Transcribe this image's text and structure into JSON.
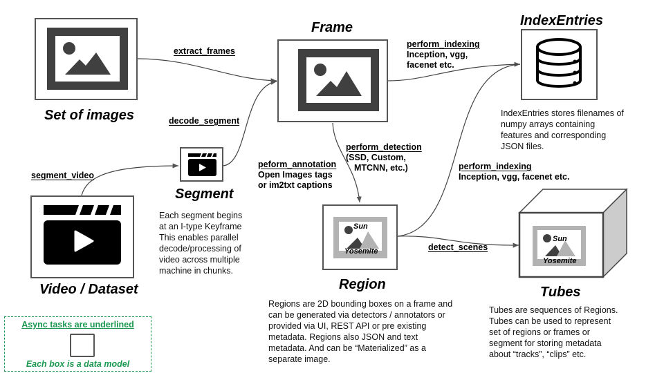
{
  "nodes": {
    "set_of_images": {
      "title": "Set of images"
    },
    "frame": {
      "title": "Frame"
    },
    "index_entries": {
      "title": "IndexEntries",
      "description": [
        "IndexEntries stores filenames of",
        "numpy arrays containing",
        "features and corresponding",
        "JSON files."
      ]
    },
    "segment": {
      "title": "Segment",
      "description": [
        "Each segment begins",
        "at an I-type Keyframe",
        "This enables parallel",
        "decode/processing of",
        "video across multiple",
        "machine in chunks."
      ]
    },
    "video_dataset": {
      "title": "Video / Dataset"
    },
    "region": {
      "title": "Region",
      "thumb_label_top": "Sun",
      "thumb_label_bottom": "Yosemite",
      "description": [
        "Regions are 2D bounding boxes on a frame and",
        "can be generated via detectors / annotators or",
        "provided via UI, REST API or pre existing",
        "metadata. Regions also JSON and text",
        "metadata. And can be “Materialized” as a",
        "separate image."
      ]
    },
    "tubes": {
      "title": "Tubes",
      "thumb_label_top": "Sun",
      "thumb_label_bottom": "Yosemite",
      "description": [
        "Tubes are sequences of Regions.",
        "Tubes can be used to represent",
        "set of regions or frames or",
        "segment for storing metadata",
        "about  “tracks”, “clips” etc."
      ]
    }
  },
  "edges": {
    "extract_frames": {
      "task": "extract_frames"
    },
    "decode_segment": {
      "task": "decode_segment"
    },
    "segment_video": {
      "task": "segment_video"
    },
    "perform_indexing_frame": {
      "task": "perform_indexing",
      "lines": [
        "Inception, vgg,",
        "facenet etc."
      ]
    },
    "perform_detection": {
      "task": "perform_detection",
      "lines": [
        "(SSD, Custom,",
        "MTCNN, etc.)"
      ]
    },
    "peform_annotation": {
      "task": "peform_annotation",
      "lines": [
        "Open Images tags",
        "or im2txt captions"
      ]
    },
    "perform_indexing_region": {
      "task": "perform_indexing",
      "lines": [
        "Inception, vgg, facenet etc."
      ]
    },
    "detect_scenes": {
      "task": "detect_scenes"
    }
  },
  "legend": {
    "async_note": "Async tasks are underlined",
    "box_note": "Each box is a data model",
    "color": "#1a9850"
  }
}
